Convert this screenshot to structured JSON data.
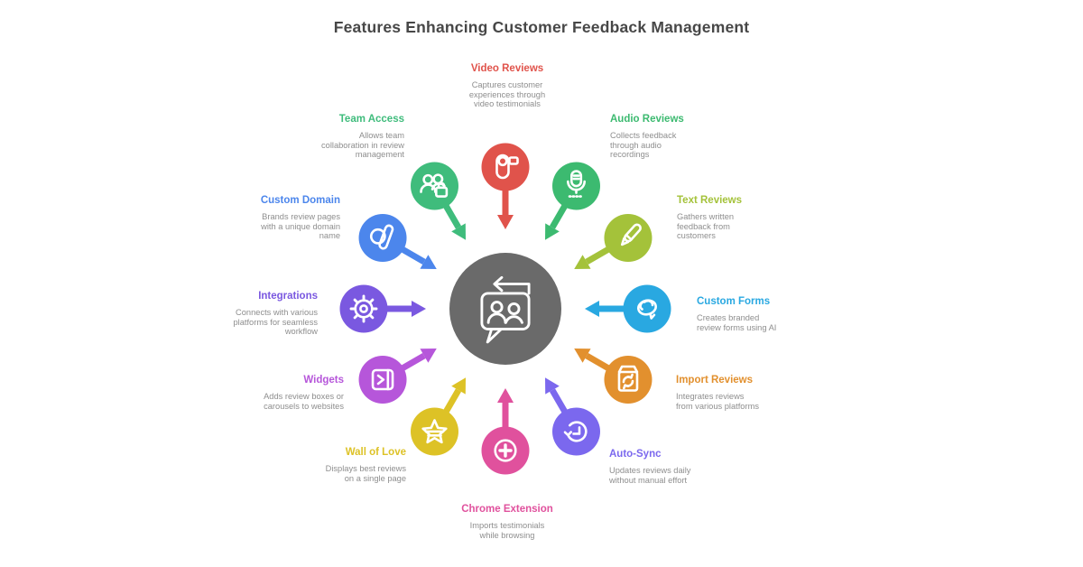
{
  "page": {
    "title": "Features Enhancing Customer Feedback Management",
    "background_color": "#ffffff",
    "title_color": "#474747"
  },
  "center": {
    "icon": "feedback-chat-icon",
    "color": "#6a6a6a"
  },
  "text_colors": {
    "description": "#8e8e8e"
  },
  "items": [
    {
      "label": "Video Reviews",
      "description": "Captures customer\nexperiences through\nvideo testimonials",
      "color": "#e0534b",
      "icon": "video-camera-icon"
    },
    {
      "label": "Audio Reviews",
      "description": "Collects feedback\nthrough audio\nrecordings",
      "color": "#3cba70",
      "icon": "microphone-icon"
    },
    {
      "label": "Text Reviews",
      "description": "Gathers written\nfeedback from\ncustomers",
      "color": "#a4c23a",
      "icon": "pen-icon"
    },
    {
      "label": "Custom Forms",
      "description": "Creates branded\nreview forms using AI",
      "color": "#29a8e1",
      "icon": "chat-form-icon"
    },
    {
      "label": "Import Reviews",
      "description": "Integrates reviews\nfrom various platforms",
      "color": "#e2902e",
      "icon": "import-box-icon"
    },
    {
      "label": "Auto-Sync",
      "description": "Updates reviews daily\nwithout manual effort",
      "color": "#7b68ee",
      "icon": "history-clock-icon"
    },
    {
      "label": "Chrome Extension",
      "description": "Imports testimonials\nwhile browsing",
      "color": "#e0519d",
      "icon": "add-circle-icon"
    },
    {
      "label": "Wall of Love",
      "description": "Displays best reviews\non a single page",
      "color": "#ddc226",
      "icon": "star-icon"
    },
    {
      "label": "Widgets",
      "description": "Adds review boxes or\ncarousels to websites",
      "color": "#b656da",
      "icon": "carousel-icon"
    },
    {
      "label": "Integrations",
      "description": "Connects with various\nplatforms for seamless\nworkflow",
      "color": "#7a58e0",
      "icon": "gear-icon"
    },
    {
      "label": "Custom Domain",
      "description": "Brands review pages\nwith a unique domain\nname",
      "color": "#4c86ec",
      "icon": "domain-icon"
    },
    {
      "label": "Team Access",
      "description": "Allows team\ncollaboration in review\nmanagement",
      "color": "#3fbc7c",
      "icon": "team-lock-icon"
    }
  ]
}
